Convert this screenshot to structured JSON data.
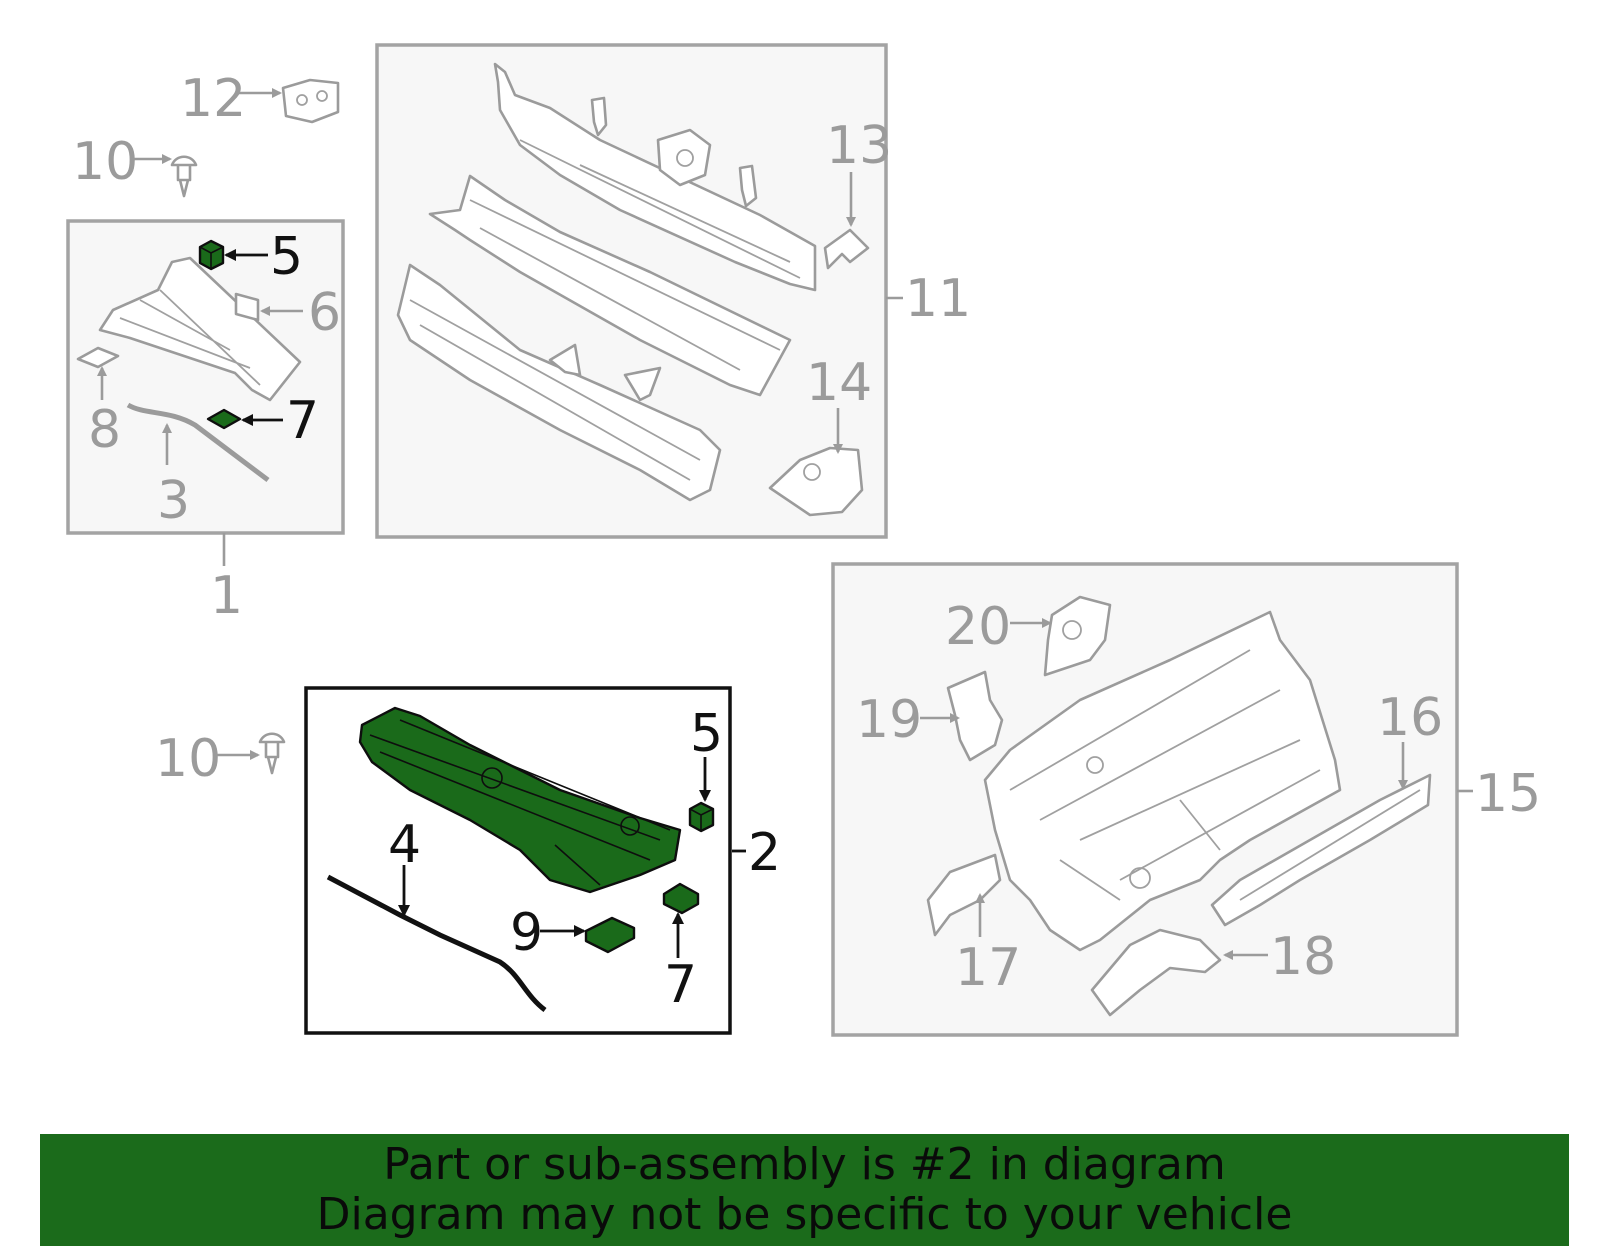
{
  "diagram": {
    "callouts": {
      "c1": "1",
      "c2": "2",
      "c3": "3",
      "c4": "4",
      "c5a": "5",
      "c5b": "5",
      "c6": "6",
      "c7a": "7",
      "c7b": "7",
      "c8": "8",
      "c9": "9",
      "c10a": "10",
      "c10b": "10",
      "c11": "11",
      "c12": "12",
      "c13": "13",
      "c14": "14",
      "c15": "15",
      "c16": "16",
      "c17": "17",
      "c18": "18",
      "c19": "19",
      "c20": "20"
    },
    "highlighted_part": "2",
    "colors": {
      "highlight": "#1b6b1b",
      "part_outline": "#9b9b9b",
      "group_box": "#a3a3a3",
      "selected_box": "#111111"
    }
  },
  "banner": {
    "line1": "Part or sub-assembly is #2 in diagram",
    "line2": "Diagram may not be specific to your vehicle"
  }
}
